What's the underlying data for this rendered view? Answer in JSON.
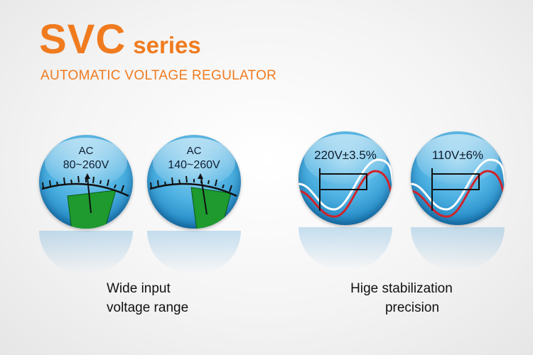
{
  "header": {
    "brand": "SVC",
    "series_word": "series",
    "subtitle": "AUTOMATIC VOLTAGE REGULATOR"
  },
  "dials": [
    {
      "type": "meter",
      "ac_label": "AC",
      "range": "80~260V"
    },
    {
      "type": "meter",
      "ac_label": "AC",
      "range": "140~260V"
    },
    {
      "type": "wave",
      "precision": "220V±3.5%"
    },
    {
      "type": "wave",
      "precision": "110V±6%"
    }
  ],
  "captions": {
    "left_line1": "Wide input",
    "left_line2": "voltage range",
    "right_line1": "Hige stabilization",
    "right_line2": "precision"
  },
  "colors": {
    "accent": "#f07b1f",
    "dial_blue": "#2a90cc",
    "meter_green": "#1e9a2e",
    "wave_red": "#d0232a",
    "wave_white": "#ffffff"
  }
}
